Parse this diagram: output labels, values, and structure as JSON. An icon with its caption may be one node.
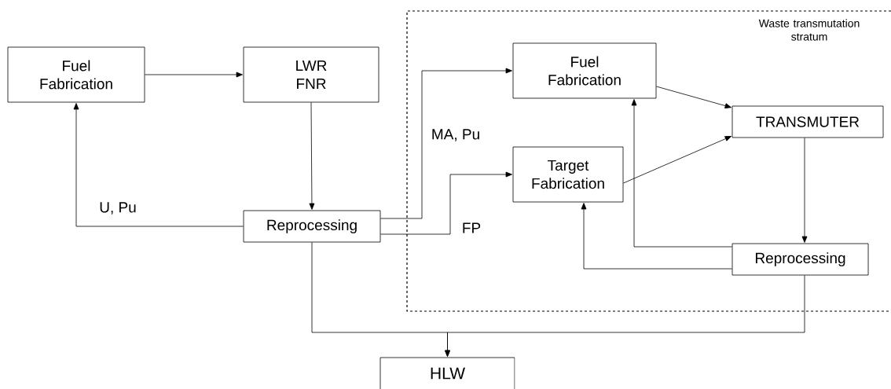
{
  "diagram": {
    "nodes": [
      {
        "text": [
          "Fuel Fabrication"
        ]
      },
      {
        "text": [
          "LWR FNR"
        ]
      },
      {
        "text": [
          "Reprocessing"
        ]
      },
      {
        "text": [
          "Waste transmutation stratum"
        ]
      },
      {
        "text": [
          "Fuel Fabrication"
        ],
        "in": 3
      },
      {
        "text": [
          "Target Fabrication"
        ],
        "in": 3
      },
      {
        "text": [
          "TRANSMUTER"
        ],
        "in": 3
      },
      {
        "text": [
          "Reprocessing"
        ],
        "in": 3
      },
      {
        "text": [
          "HLW"
        ]
      }
    ],
    "edges": [
      {
        "from": 0,
        "to": 1,
        "arrow": "to"
      },
      {
        "from": 1,
        "to": 2,
        "arrow": "to"
      },
      {
        "from": 2,
        "to": 0,
        "arrow": "to",
        "label": "U, Pu"
      },
      {
        "from": 2,
        "to": 4,
        "arrow": "to",
        "label": "MA, Pu"
      },
      {
        "from": 2,
        "to": 5,
        "arrow": "to",
        "label": "FP"
      },
      {
        "from": 4,
        "to": 6,
        "arrow": "to"
      },
      {
        "from": 5,
        "to": 6,
        "arrow": "to"
      },
      {
        "from": 6,
        "to": 7,
        "arrow": "to"
      },
      {
        "from": 7,
        "to": 4,
        "arrow": "to"
      },
      {
        "from": 7,
        "to": 5,
        "arrow": "to"
      },
      {
        "from": 2,
        "to": 8,
        "arrow": "to"
      },
      {
        "from": 7,
        "to": 8,
        "arrow": "to"
      }
    ]
  }
}
